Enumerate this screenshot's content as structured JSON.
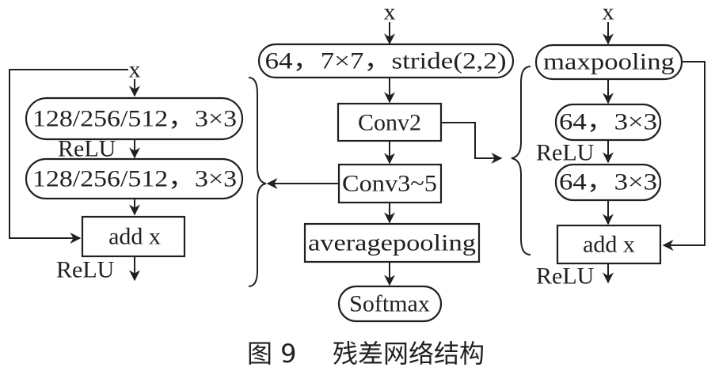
{
  "diagram": {
    "inputs": {
      "main": "x",
      "right": "x",
      "left": "x"
    },
    "main_flow": {
      "conv1": "64，7×7，stride(2,2)",
      "conv2": "Conv2",
      "conv3_5": "Conv3~5",
      "pool": "averagepooling",
      "softmax": "Softmax"
    },
    "left_block": {
      "conv_a": "128/256/512，3×3",
      "relu_mid": "ReLU",
      "conv_b": "128/256/512，3×3",
      "add": "add x",
      "relu_out": "ReLU"
    },
    "right_block": {
      "maxpool": "maxpooling",
      "conv_a": "64，3×3",
      "relu_mid": "ReLU",
      "conv_b": "64，3×3",
      "add": "add x",
      "relu_out": "ReLU"
    },
    "caption": {
      "figure": "图 9",
      "title": "残差网络结构"
    }
  }
}
